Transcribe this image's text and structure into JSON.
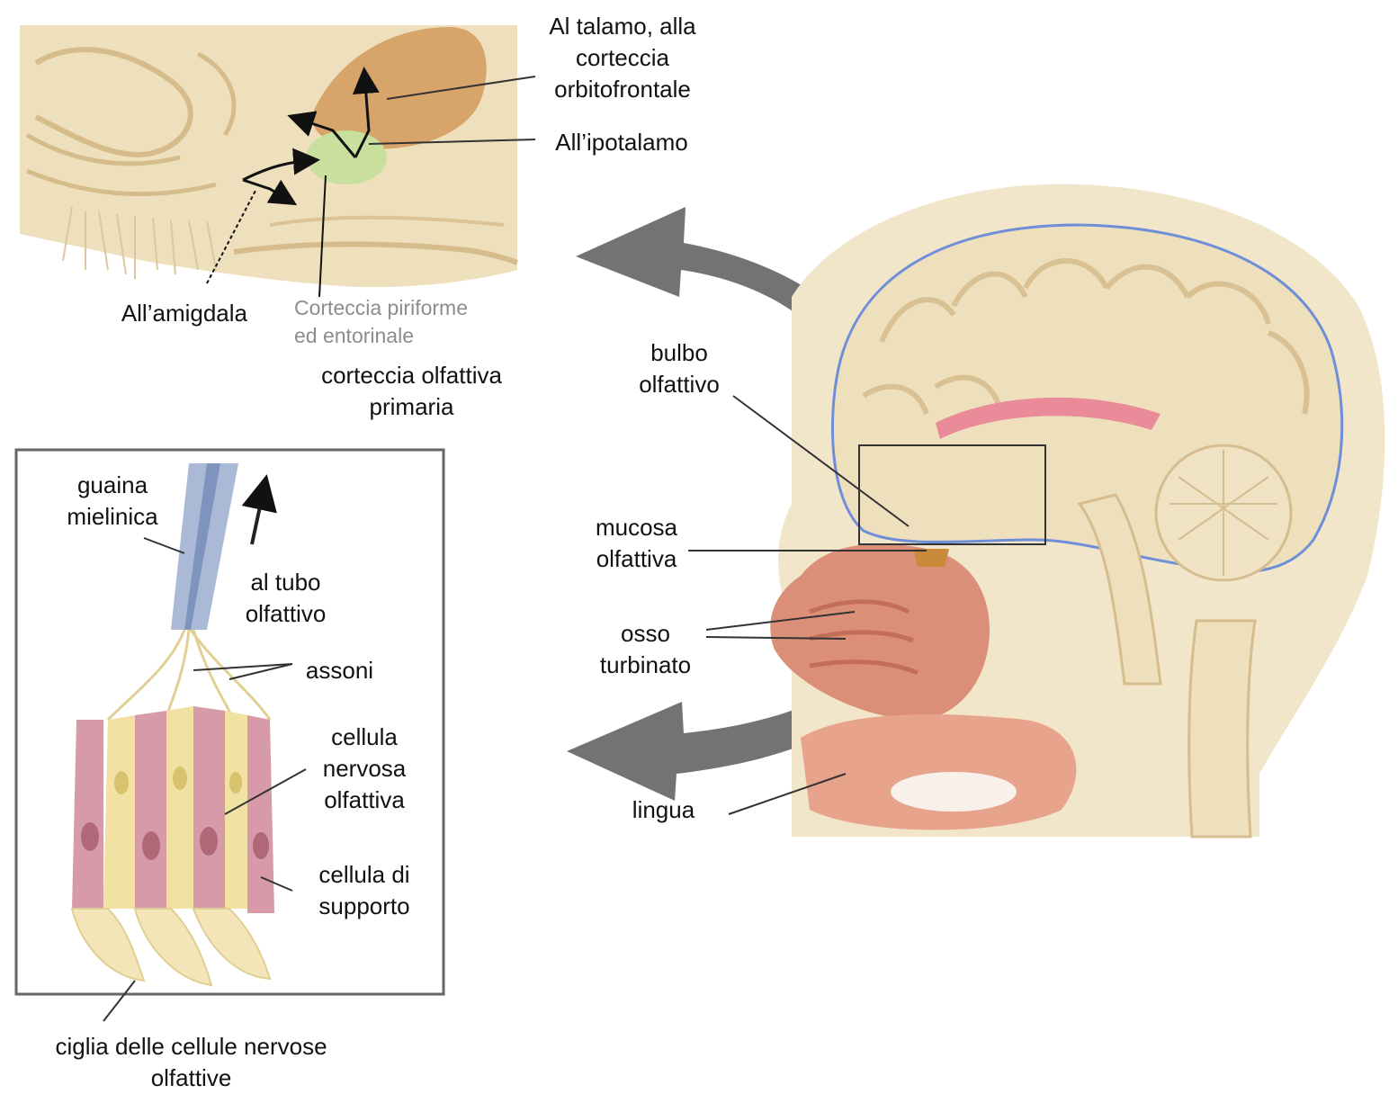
{
  "colors": {
    "brain_tan": "#efe0bd",
    "brain_dark": "#c9a06a",
    "thalamus": "#d7a56a",
    "piriform_green": "#c8df9e",
    "nasal_flesh": "#dc8f78",
    "myelin_blue": "#a9b9d6",
    "nerve_cell_pink": "#d69aa8",
    "support_cell_yellow": "#f1e1a3",
    "arrow_gray": "#6c6c6c",
    "ventricle_blue": "#5e7fcf"
  },
  "top_inset": {
    "labels": {
      "talamo": "Al talamo, alla\ncorteccia\norbitofrontale",
      "ipotalamo": "All’ipotalamo",
      "amigdala": "All’amigdala",
      "piriforme": "Corteccia piriforme\ned entorinale",
      "corteccia_primaria": "corteccia olfattiva\nprimaria"
    }
  },
  "head_section": {
    "labels": {
      "bulbo": "bulbo\nolfattivo",
      "mucosa": "mucosa\nolfattiva",
      "osso": "osso\nturbinato",
      "lingua": "lingua"
    }
  },
  "cell_inset": {
    "labels": {
      "guaina": "guaina\nmielinica",
      "tubo": "al tubo\nolfattivo",
      "assoni": "assoni",
      "nervosa": "cellula\nnervosa\nolfattiva",
      "supporto": "cellula di\nsupporto",
      "ciglia": "ciglia delle cellule nervose\nolfattive"
    }
  }
}
